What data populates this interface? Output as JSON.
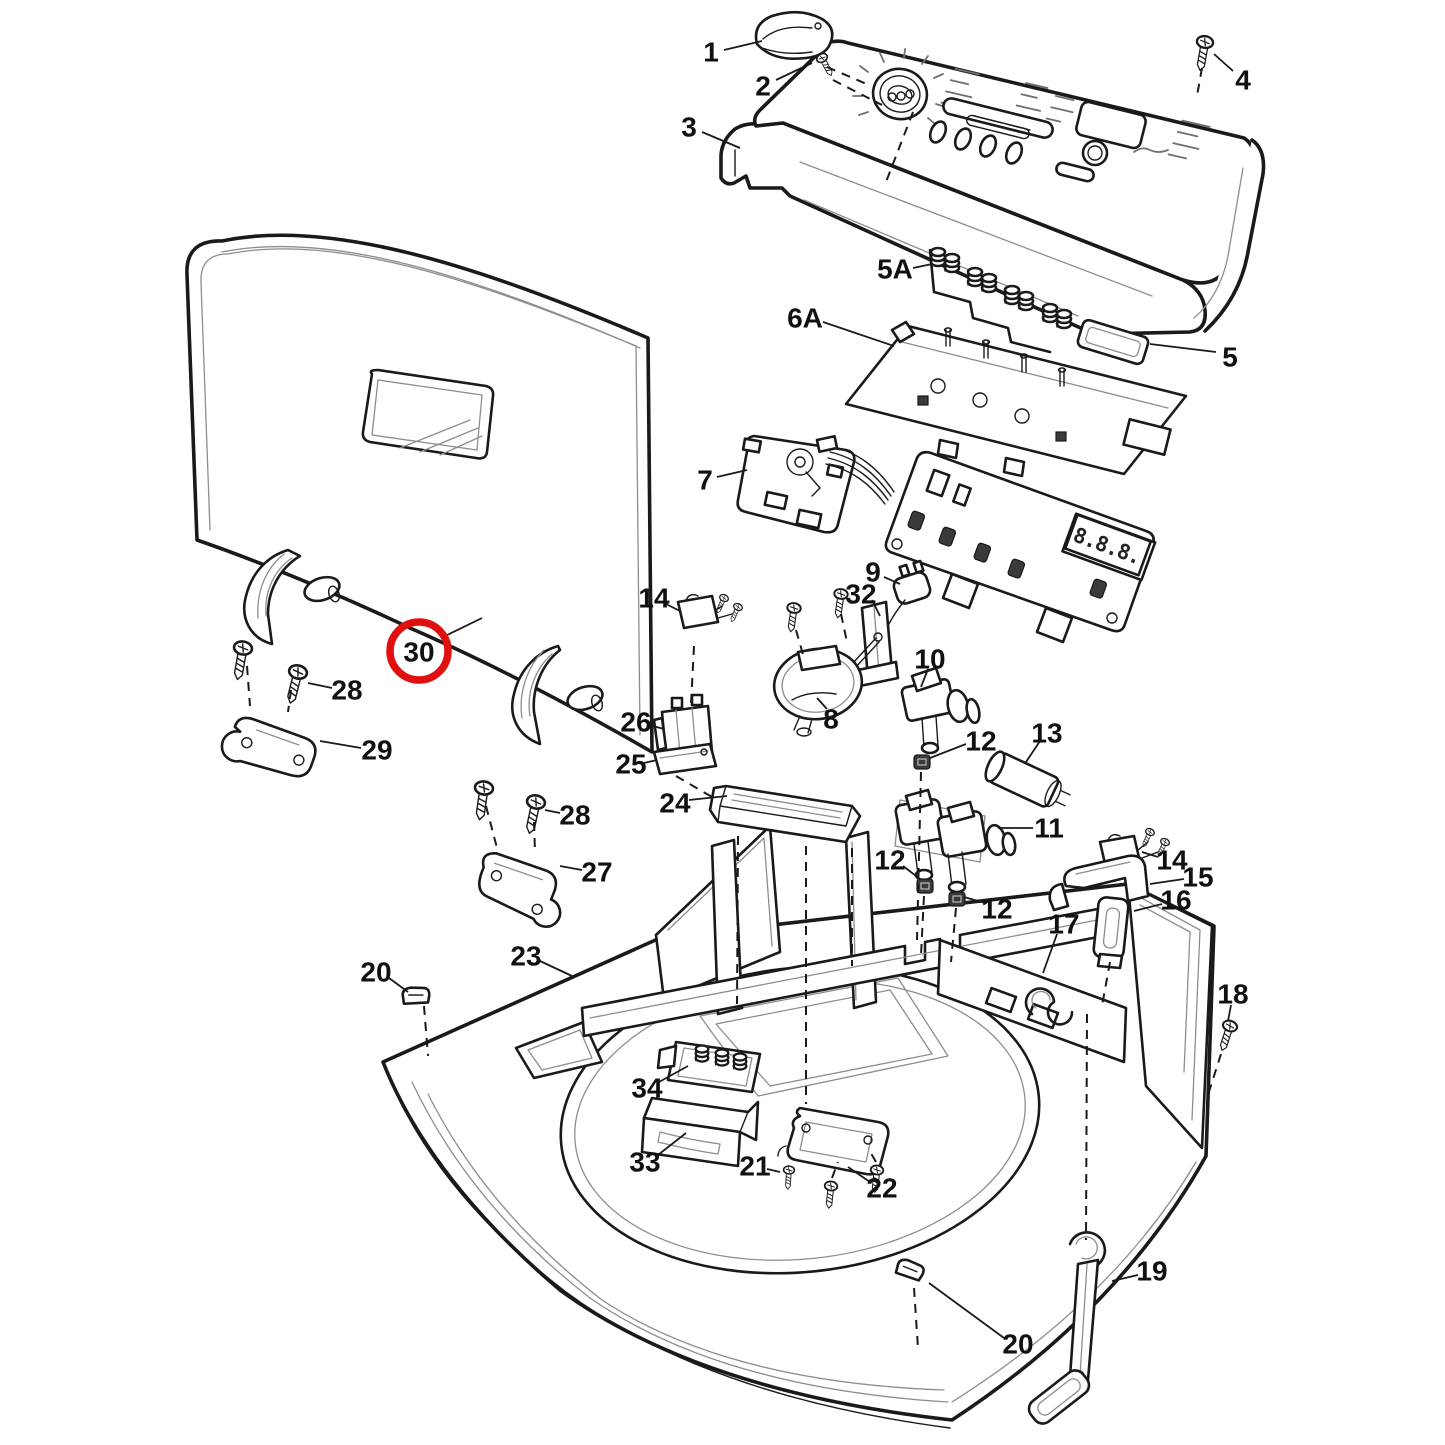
{
  "diagram": {
    "type": "exploded-parts-diagram",
    "subject": "washer console and top panel assembly",
    "background": "#ffffff",
    "line_color": "#1a1a1a",
    "highlight_color": "#e01010",
    "display_digits": "8.8.8.",
    "highlighted_callout": "30",
    "callouts": [
      {
        "label": "1"
      },
      {
        "label": "2"
      },
      {
        "label": "3"
      },
      {
        "label": "4"
      },
      {
        "label": "5A"
      },
      {
        "label": "5"
      },
      {
        "label": "6A"
      },
      {
        "label": "7"
      },
      {
        "label": "9"
      },
      {
        "label": "32"
      },
      {
        "label": "8"
      },
      {
        "label": "10"
      },
      {
        "label": "12"
      },
      {
        "label": "13"
      },
      {
        "label": "11"
      },
      {
        "label": "12"
      },
      {
        "label": "12"
      },
      {
        "label": "14"
      },
      {
        "label": "15"
      },
      {
        "label": "16"
      },
      {
        "label": "17"
      },
      {
        "label": "14"
      },
      {
        "label": "26"
      },
      {
        "label": "25"
      },
      {
        "label": "24"
      },
      {
        "label": "23"
      },
      {
        "label": "20"
      },
      {
        "label": "34"
      },
      {
        "label": "33"
      },
      {
        "label": "21"
      },
      {
        "label": "22"
      },
      {
        "label": "18"
      },
      {
        "label": "19"
      },
      {
        "label": "20"
      },
      {
        "label": "28"
      },
      {
        "label": "29"
      },
      {
        "label": "28"
      },
      {
        "label": "27"
      },
      {
        "label": "30"
      }
    ]
  }
}
